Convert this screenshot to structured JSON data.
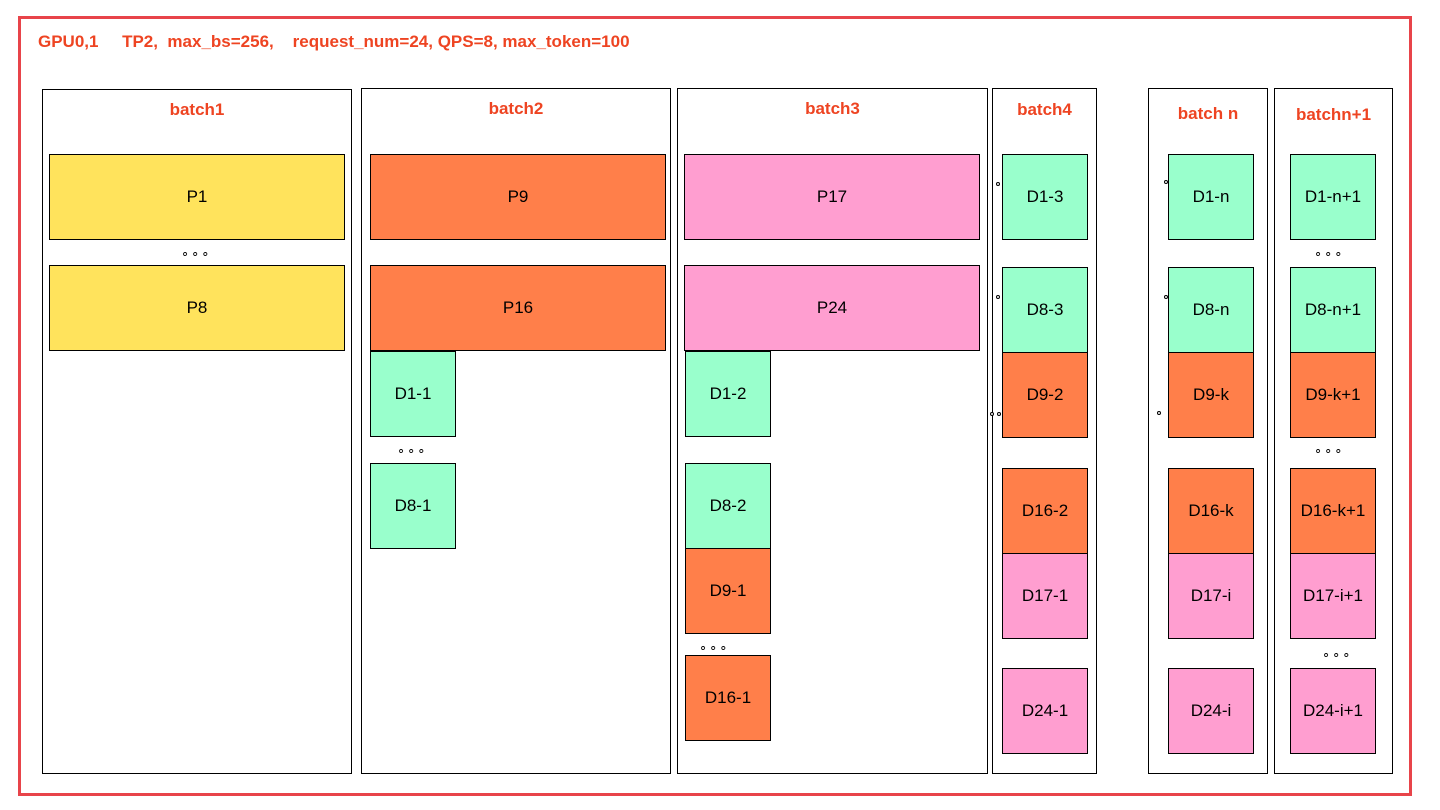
{
  "header": "GPU0,1     TP2,  max_bs=256,    request_num=24, QPS=8, max_token=100",
  "ellipsis": "∘∘∘",
  "batches": [
    {
      "title": "batch1",
      "cells": [
        "P1",
        "P8"
      ]
    },
    {
      "title": "batch2",
      "cells": [
        "P9",
        "P16",
        "D1-1",
        "D8-1"
      ]
    },
    {
      "title": "batch3",
      "cells": [
        "P17",
        "P24",
        "D1-2",
        "D8-2",
        "D9-1",
        "D16-1"
      ]
    },
    {
      "title": "batch4",
      "cells": [
        "D1-3",
        "D8-3",
        "D9-2",
        "D16-2",
        "D17-1",
        "D24-1"
      ]
    },
    {
      "title": "batch n",
      "cells": [
        "D1-n",
        "D8-n",
        "D9-k",
        "D16-k",
        "D17-i",
        "D24-i"
      ]
    },
    {
      "title": "batchn+1",
      "cells": [
        "D1-n+1",
        "D8-n+1",
        "D9-k+1",
        "D16-k+1",
        "D17-i+1",
        "D24-i+1"
      ]
    }
  ],
  "colors": {
    "prefill_group1": "#ffe35c",
    "group2": "#ff7f4a",
    "group3": "#ff9ed0",
    "decode_group1": "#99ffcc",
    "frame": "#e8444a",
    "title": "#ee4422"
  }
}
